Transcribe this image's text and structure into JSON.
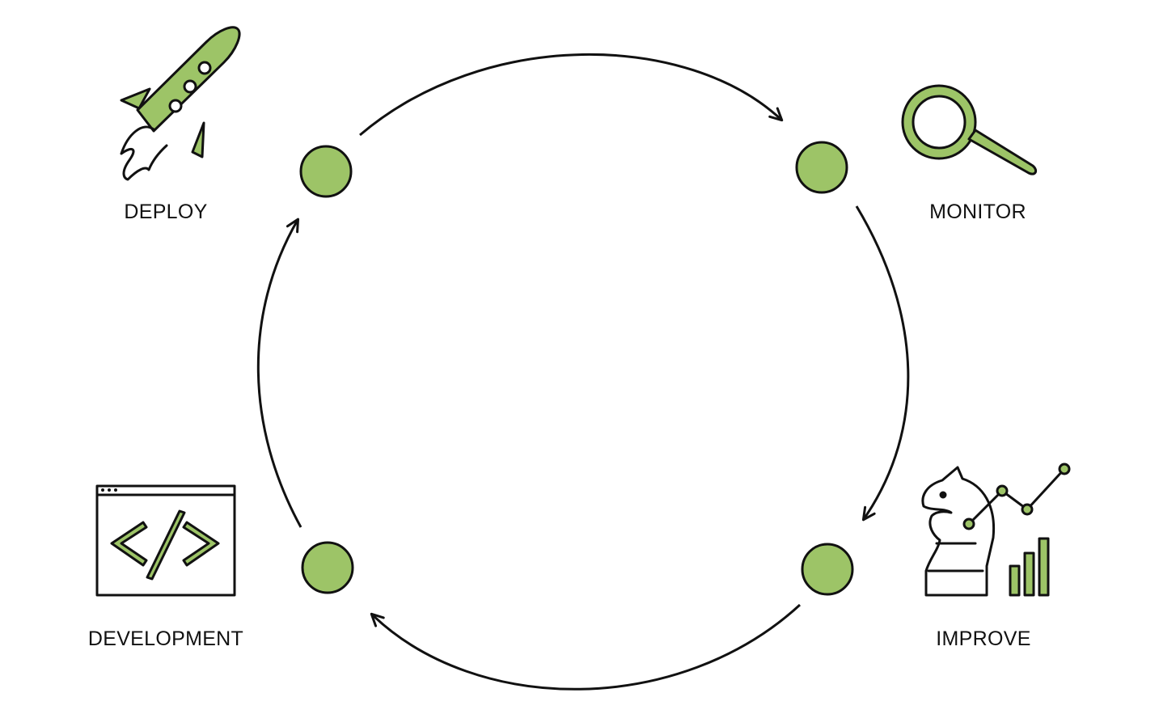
{
  "colors": {
    "accent": "#9dc467",
    "stroke": "#111111",
    "background": "#ffffff"
  },
  "stages": [
    {
      "id": "deploy",
      "label": "DEPLOY",
      "icon": "rocket-icon"
    },
    {
      "id": "monitor",
      "label": "MONITOR",
      "icon": "magnifier-icon"
    },
    {
      "id": "improve",
      "label": "IMPROVE",
      "icon": "chess-knight-growth-chart-icon"
    },
    {
      "id": "development",
      "label": "DEVELOPMENT",
      "icon": "code-window-icon"
    }
  ],
  "flow": [
    {
      "from": "deploy",
      "to": "monitor"
    },
    {
      "from": "monitor",
      "to": "improve"
    },
    {
      "from": "improve",
      "to": "development"
    },
    {
      "from": "development",
      "to": "deploy"
    }
  ]
}
